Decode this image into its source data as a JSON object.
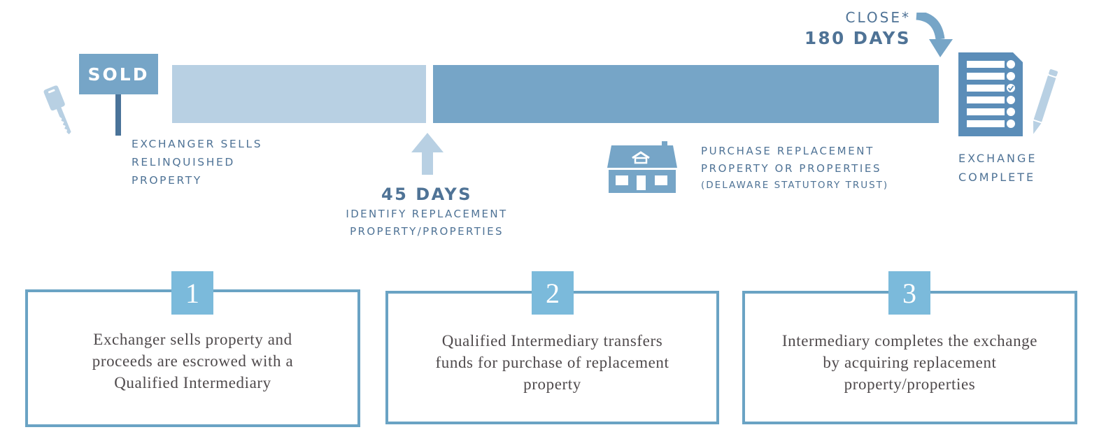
{
  "timeline": {
    "start": {
      "sign_label": "SOLD",
      "caption_lines": [
        "EXCHANGER SELLS",
        "RELINQUISHED",
        "PROPERTY"
      ]
    },
    "milestone_45": {
      "days_label": "45 DAYS",
      "caption_lines": [
        "IDENTIFY REPLACEMENT",
        "PROPERTY/PROPERTIES"
      ]
    },
    "purchase": {
      "caption_lines": [
        "PURCHASE REPLACEMENT",
        "PROPERTY OR PROPERTIES",
        "(DELAWARE STATUTORY TRUST)"
      ]
    },
    "close": {
      "close_label": "CLOSE*",
      "days_label": "180 DAYS"
    },
    "end": {
      "caption_lines": [
        "EXCHANGE",
        "COMPLETE"
      ]
    },
    "icons": [
      "key-icon",
      "sold-sign-icon",
      "up-arrow-icon",
      "house-icon",
      "curved-arrow-icon",
      "checklist-icon",
      "pencil-icon"
    ]
  },
  "steps": [
    {
      "number": "1",
      "lines": [
        "Exchanger sells property and",
        "proceeds are escrowed with a",
        "Qualified Intermediary"
      ]
    },
    {
      "number": "2",
      "lines": [
        "Qualified Intermediary transfers",
        "funds for purchase of replacement",
        "property"
      ]
    },
    {
      "number": "3",
      "lines": [
        "Intermediary completes the exchange",
        "by acquiring replacement",
        "property/properties"
      ]
    }
  ],
  "colors": {
    "bar_light": "#b8d0e3",
    "bar_dark": "#76a5c7",
    "text_blue": "#4f7396",
    "box_border": "#6aa3c4",
    "badge": "#7bbadb",
    "body_text": "#4f4a4c"
  }
}
